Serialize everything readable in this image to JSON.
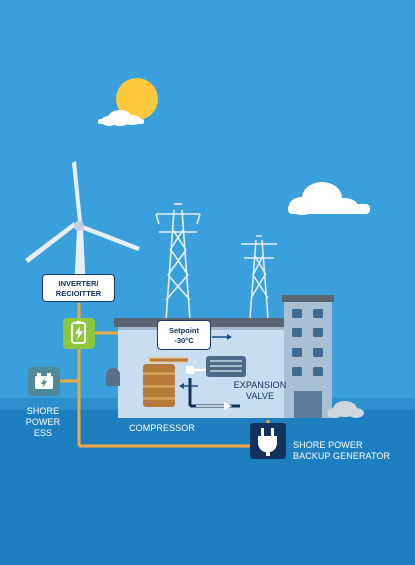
{
  "colors": {
    "sky": "#3aa0dc",
    "sea": "#1e7fc0",
    "sea_light": "#2d8fce",
    "sun": "#ffc83d",
    "cloud": "#ffffff",
    "turbine": "#e8eef5",
    "pylon": "#e6eef6",
    "wire": "#f2a93b",
    "facility_wall": "#c8ddef",
    "facility_roof": "#5a6472",
    "building": "#a9bfd4",
    "building_window": "#3f6b93",
    "navy": "#14325e",
    "battery_green": "#8dc63f",
    "tank": "#b7793a",
    "coil": "#4c6a8a"
  },
  "labels": {
    "inverter": [
      "INVERTER/",
      "RECIOITTER"
    ],
    "setpoint": [
      "Setpoint",
      "-30°C"
    ],
    "expansion_valve": [
      "EXPANSION",
      "VALVE"
    ],
    "compressor": "COMPRESSOR",
    "shore_power_ess": [
      "SHORE",
      "POWER",
      "ESS"
    ],
    "shore_power_backup": [
      "SHORE POWER",
      "BACKUP GENERATOR"
    ]
  },
  "icons": {
    "inverter_box": "battery-charging-icon",
    "ess": "battery-icon",
    "generator": "plug-icon"
  }
}
